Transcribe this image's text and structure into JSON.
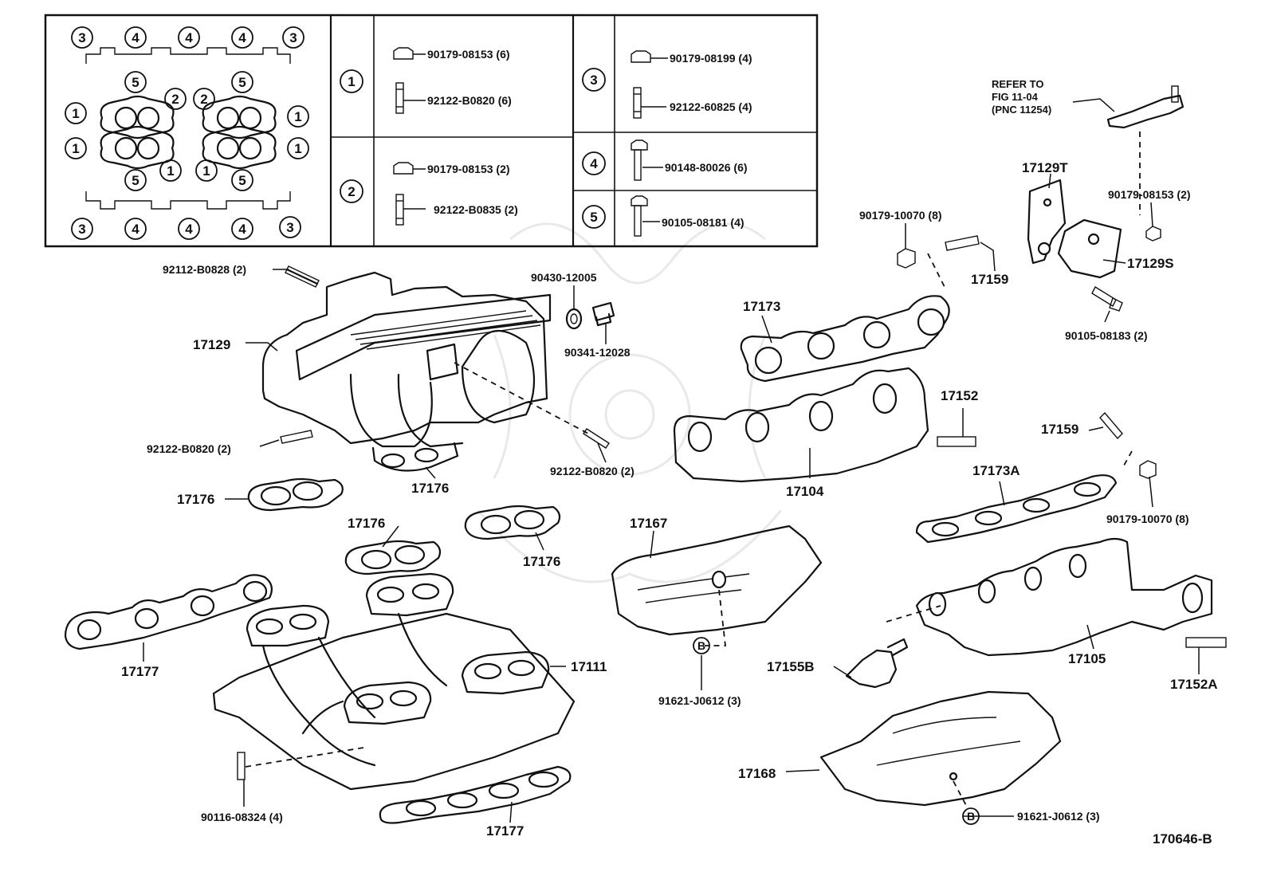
{
  "figure_code": "170646-B",
  "legend": {
    "layout_markers": {
      "top_row": [
        "3",
        "4",
        "4",
        "4",
        "3"
      ],
      "bottom_row": [
        "3",
        "4",
        "4",
        "4",
        "3"
      ],
      "inner_top": [
        "5",
        "5"
      ],
      "inner_mid": [
        "2",
        "2"
      ],
      "inner_bottom": [
        "5",
        "1",
        "1",
        "5"
      ],
      "left_col": [
        "1",
        "1"
      ],
      "right_col": [
        "1",
        "1"
      ]
    },
    "entries": [
      {
        "key": "1",
        "items": [
          "90179-08153 (6)",
          "92122-B0820 (6)"
        ]
      },
      {
        "key": "2",
        "items": [
          "90179-08153 (2)",
          "92122-B0835 (2)"
        ]
      },
      {
        "key": "3",
        "items": [
          "90179-08199 (4)",
          "92122-60825 (4)"
        ]
      },
      {
        "key": "4",
        "items": [
          "90148-80026 (6)"
        ]
      },
      {
        "key": "5",
        "items": [
          "90105-08181 (4)"
        ]
      }
    ]
  },
  "reference_note": [
    "REFER TO",
    "FIG 11-04",
    "(PNC 11254)"
  ],
  "bolt_marker": "B",
  "callouts": {
    "c_92112_b0828": "92112-B0828 (2)",
    "c_17129": "17129",
    "c_92122_b0820_left": "92122-B0820 (2)",
    "c_17176_a": "17176",
    "c_17176_b": "17176",
    "c_17176_c": "17176",
    "c_17176_d": "17176",
    "c_90430": "90430-12005",
    "c_90341": "90341-12028",
    "c_92122_b0820_right": "92122-B0820 (2)",
    "c_17177_a": "17177",
    "c_17177_b": "17177",
    "c_17111": "17111",
    "c_90116": "90116-08324 (4)",
    "c_17167": "17167",
    "c_91621_a": "91621-J0612 (3)",
    "c_91621_b": "91621-J0612 (3)",
    "c_17173": "17173",
    "c_17104": "17104",
    "c_17152": "17152",
    "c_90179_10070_a": "90179-10070 (8)",
    "c_90179_10070_b": "90179-10070 (8)",
    "c_17159_a": "17159",
    "c_17159_b": "17159",
    "c_17129t": "17129T",
    "c_90179_08153": "90179-08153 (2)",
    "c_17129s": "17129S",
    "c_90105_08183": "90105-08183 (2)",
    "c_17173a": "17173A",
    "c_17155b": "17155B",
    "c_17105": "17105",
    "c_17152a": "17152A",
    "c_17168": "17168"
  }
}
